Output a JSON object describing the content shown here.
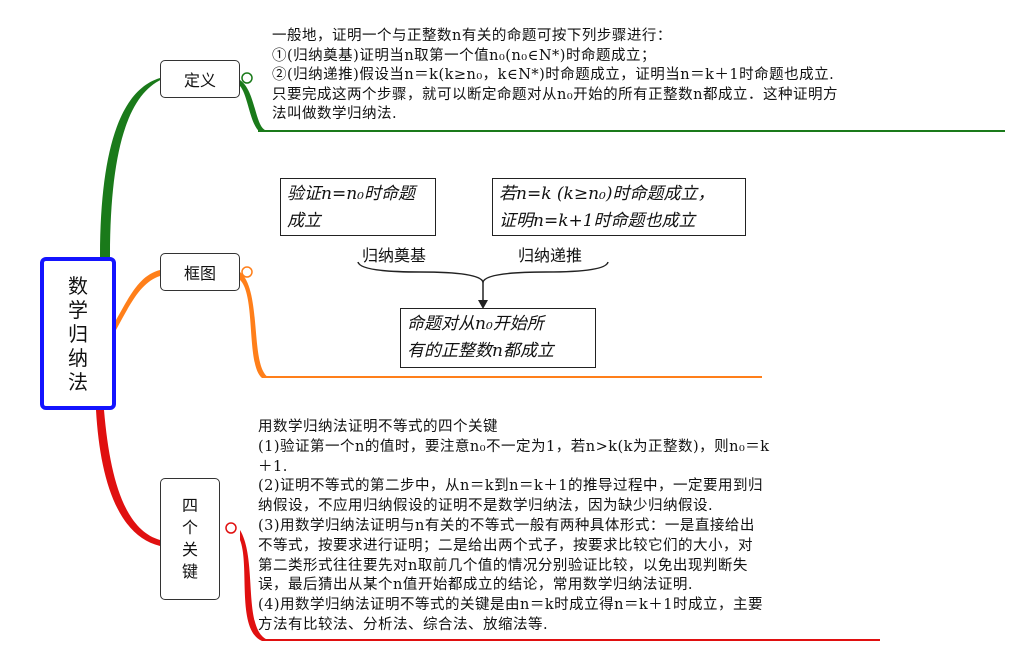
{
  "root": {
    "label": "数学归纳法",
    "color": "#1414ff"
  },
  "branches": [
    {
      "label": "定义",
      "color": "#1a7a1a"
    },
    {
      "label": "框图",
      "color": "#ff7f1a"
    },
    {
      "label": "四个关键",
      "color": "#e01010"
    }
  ],
  "definition": {
    "lines": [
      "一般地，证明一个与正整数n有关的命题可按下列步骤进行：",
      "①(归纳奠基)证明当n取第一个值n₀(n₀∈N*)时命题成立；",
      "②(归纳递推)假设当n＝k(k≥n₀，k∈N*)时命题成立，证明当n＝k＋1时命题也成立.",
      "只要完成这两个步骤，就可以断定命题对从n₀开始的所有正整数n都成立．这种证明方",
      "法叫做数学归纳法."
    ]
  },
  "framework": {
    "box1": {
      "line1": "验证n=n₀时命题",
      "line2": "成立"
    },
    "box2": {
      "line1": "若n=k (k≥n₀)时命题成立，",
      "line2": "证明n=k+1时命题也成立"
    },
    "label1": "归纳奠基",
    "label2": "归纳递推",
    "box3": {
      "line1": "命题对从n₀开始所",
      "line2": "有的正整数n都成立"
    }
  },
  "keys": {
    "lines": [
      "用数学归纳法证明不等式的四个关键",
      "(1)验证第一个n的值时，要注意n₀不一定为1，若n>k(k为正整数)，则n₀＝k",
      "＋1.",
      "(2)证明不等式的第二步中，从n＝k到n＝k＋1的推导过程中，一定要用到归",
      "纳假设，不应用归纳假设的证明不是数学归纳法，因为缺少归纳假设.",
      "(3)用数学归纳法证明与n有关的不等式一般有两种具体形式：一是直接给出",
      "不等式，按要求进行证明；二是给出两个式子，按要求比较它们的大小，对",
      "第二类形式往往要先对n取前几个值的情况分别验证比较，以免出现判断失",
      "误，最后猜出从某个n值开始都成立的结论，常用数学归纳法证明.",
      "(4)用数学归纳法证明不等式的关键是由n＝k时成立得n＝k＋1时成立，主要",
      "方法有比较法、分析法、综合法、放缩法等."
    ]
  }
}
